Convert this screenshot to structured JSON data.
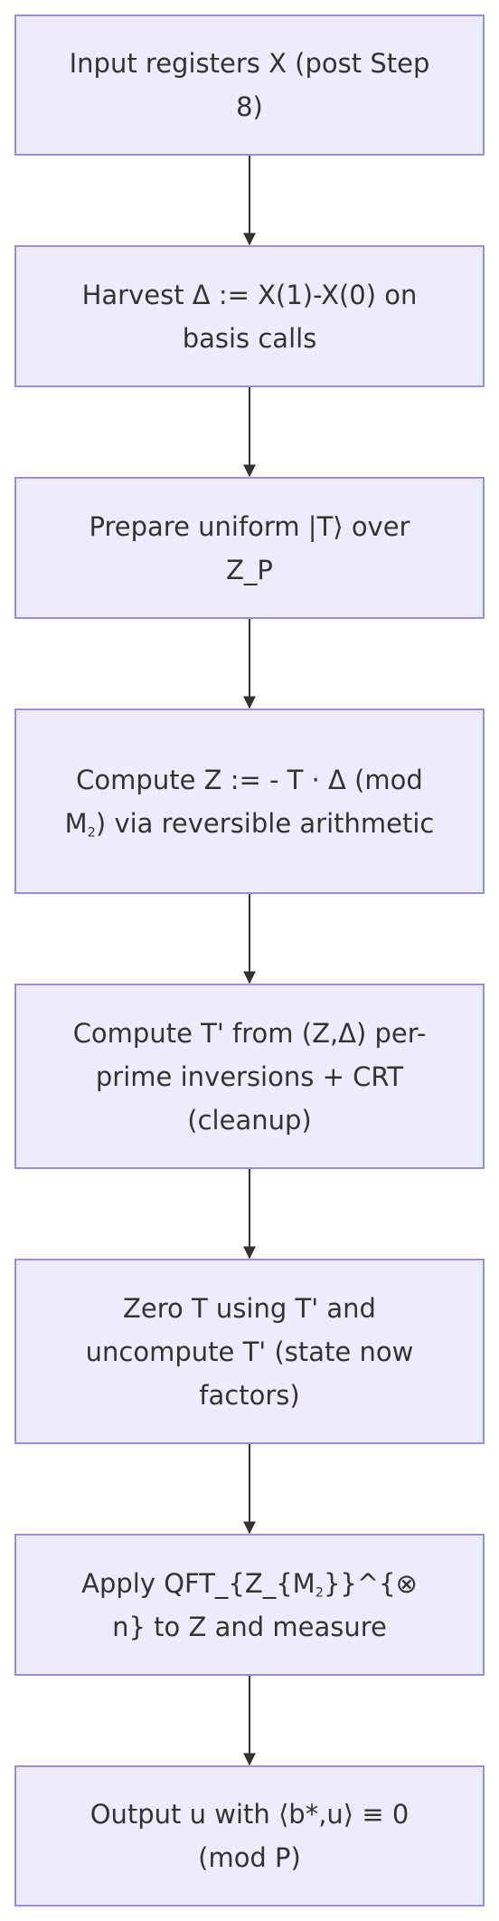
{
  "diagram": {
    "type": "flowchart",
    "direction": "top-to-bottom",
    "colors": {
      "node_fill": "#ececfd",
      "node_border": "#9b8fd4",
      "text": "#333333",
      "edge": "#333333"
    },
    "nodes": [
      {
        "id": "n1",
        "segments": [
          {
            "t": "Input registers X (post Step 8)"
          }
        ]
      },
      {
        "id": "n2",
        "segments": [
          {
            "t": "Harvest Δ := X(1)-X(0) on basis calls"
          }
        ]
      },
      {
        "id": "n3",
        "segments": [
          {
            "t": "Prepare uniform |T⟩ over Z_P"
          }
        ]
      },
      {
        "id": "n4",
        "segments": [
          {
            "t": "Compute Z := - T · Δ  (mod M"
          },
          {
            "t": "2",
            "sub": true
          },
          {
            "t": ")  via reversible arithmetic"
          }
        ]
      },
      {
        "id": "n5",
        "segments": [
          {
            "t": "Compute T' from (Z,Δ)  per-prime inversions + CRT (cleanup)"
          }
        ]
      },
      {
        "id": "n6",
        "segments": [
          {
            "t": "Zero T using T' and uncompute T'  (state now factors)"
          }
        ]
      },
      {
        "id": "n7",
        "segments": [
          {
            "t": "Apply QFT_{Z_{M"
          },
          {
            "t": "2",
            "sub": true
          },
          {
            "t": "}}^{⊗ n} to Z and measure"
          }
        ]
      },
      {
        "id": "n8",
        "segments": [
          {
            "t": "Output u with ⟨b*,u⟩ ≡ 0 (mod P)"
          }
        ]
      }
    ],
    "edges": [
      {
        "from": "n1",
        "to": "n2"
      },
      {
        "from": "n2",
        "to": "n3"
      },
      {
        "from": "n3",
        "to": "n4"
      },
      {
        "from": "n4",
        "to": "n5"
      },
      {
        "from": "n5",
        "to": "n6"
      },
      {
        "from": "n6",
        "to": "n7"
      },
      {
        "from": "n7",
        "to": "n8"
      }
    ]
  }
}
